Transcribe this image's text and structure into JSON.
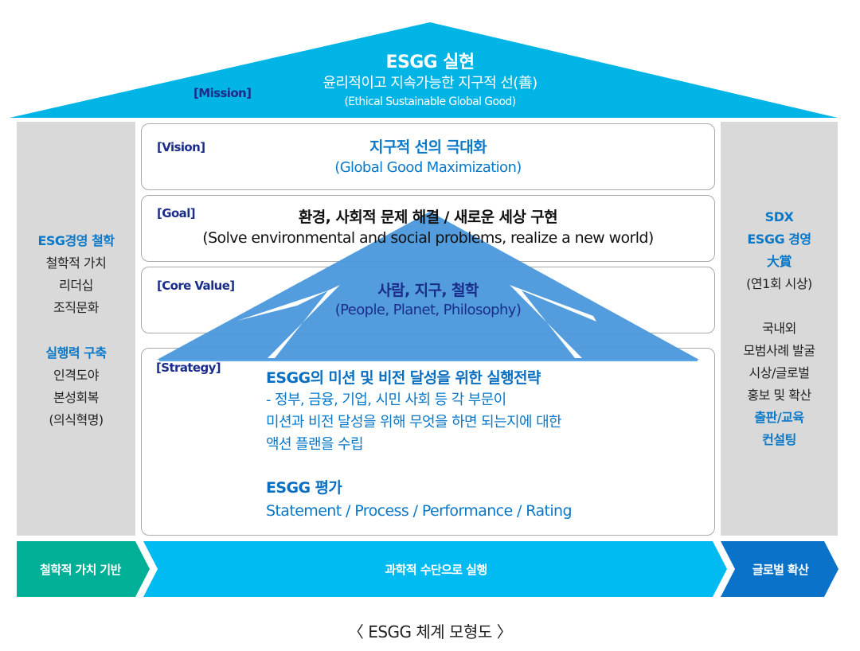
{
  "colors": {
    "roof": "#00b4e6",
    "side_bg": "#d9d9d9",
    "arrow": "#4a98dc",
    "band_left": "#00b096",
    "band_middle": "#00bbf2",
    "band_right": "#0a72c9",
    "tag_text": "#1b2d8a",
    "highlight_text": "#0a78c8"
  },
  "mission": {
    "tag": "[Mission]",
    "title": "ESGG 실현",
    "subtitle": "윤리적이고 지속가능한 지구적 선(善)",
    "subtitle_en": "(Ethical Sustainable Global Good)"
  },
  "vision": {
    "tag": "[Vision]",
    "title": "지구적 선의 극대화",
    "subtitle": "(Global Good Maximization)"
  },
  "goal": {
    "tag": "[Goal]",
    "title": "환경, 사회적 문제 해결 / 새로운 세상 구현",
    "subtitle": "(Solve environmental and social problems, realize a new world)"
  },
  "core_value": {
    "tag": "[Core Value]",
    "title": "사람, 지구, 철학",
    "subtitle": "(People, Planet, Philosophy)"
  },
  "strategy": {
    "tag": "[Strategy]",
    "heading": "ESGG의 미션 및 비전 달성을 위한 실행전략",
    "lines": [
      "- 정부, 금융, 기업, 시민 사회 등 각 부문이",
      "미션과 비전 달성을 위해 무엇을 하면 되는지에 대한",
      "액션 플랜을 수립"
    ],
    "eval_heading": "ESGG 평가",
    "eval_items": "Statement / Process / Performance / Rating"
  },
  "left_pillar": {
    "group1_title": "ESG경영 철학",
    "group1_items": [
      "철학적 가치",
      "리더십",
      "조직문화"
    ],
    "group2_title": "실행력 구축",
    "group2_items": [
      "인격도야",
      "본성회복",
      "(의식혁명)"
    ]
  },
  "right_pillar": {
    "award_lines": [
      "SDX",
      "ESGG 경영",
      "大賞"
    ],
    "award_note": "(연1회 시상)",
    "items": [
      "국내외",
      "모범사례 발굴",
      "시상/글로벌",
      "홍보 및 확산"
    ],
    "highlight_items": [
      "출판/교육",
      "컨설팅"
    ]
  },
  "foundation": {
    "left": "철학적 가치 기반",
    "middle": "과학적 수단으로 실행",
    "right": "글로벌 확산"
  },
  "caption": "〈 ESGG 체계 모형도 〉"
}
